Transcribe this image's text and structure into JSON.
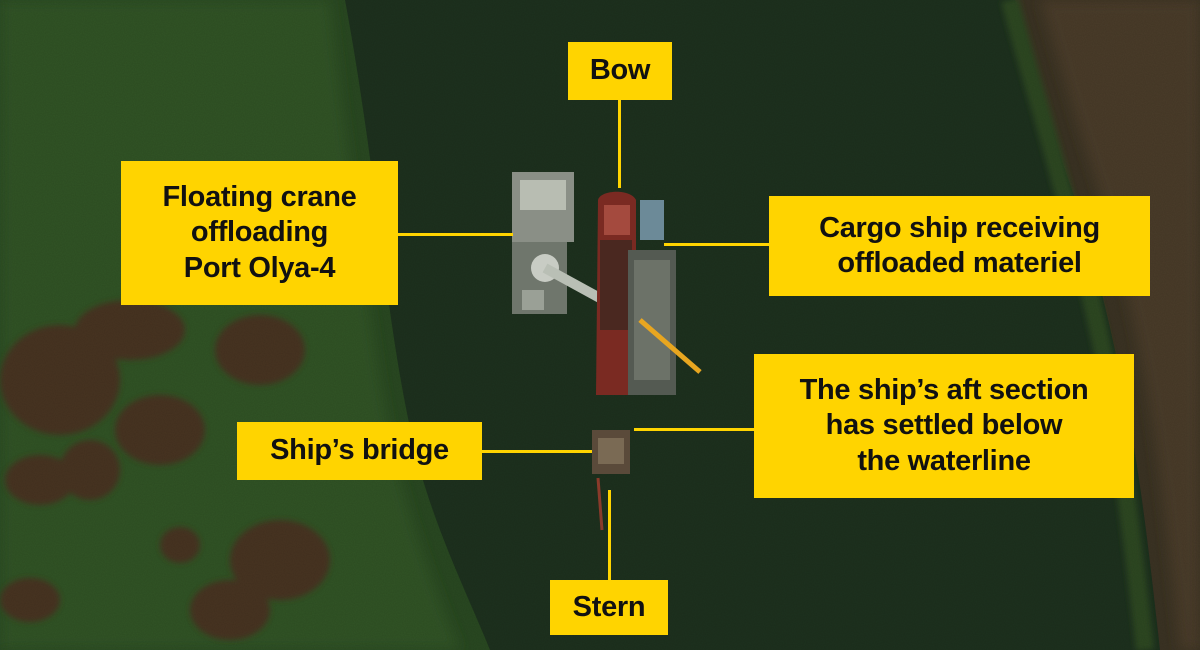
{
  "callouts": {
    "bow": [
      "Bow"
    ],
    "crane": [
      "Floating crane",
      "offloading",
      "Port Olya-4"
    ],
    "cargo": [
      "Cargo ship receiving",
      "offloaded materiel"
    ],
    "bridge": [
      "Ship’s bridge"
    ],
    "aft": [
      "The ship’s aft section",
      "has settled below",
      "the waterline"
    ],
    "stern": [
      "Stern"
    ]
  },
  "colors": {
    "label_background": "#ffd400",
    "label_text": "#111111",
    "river": "#1e321f",
    "bank_vegetation": "#27481f"
  }
}
